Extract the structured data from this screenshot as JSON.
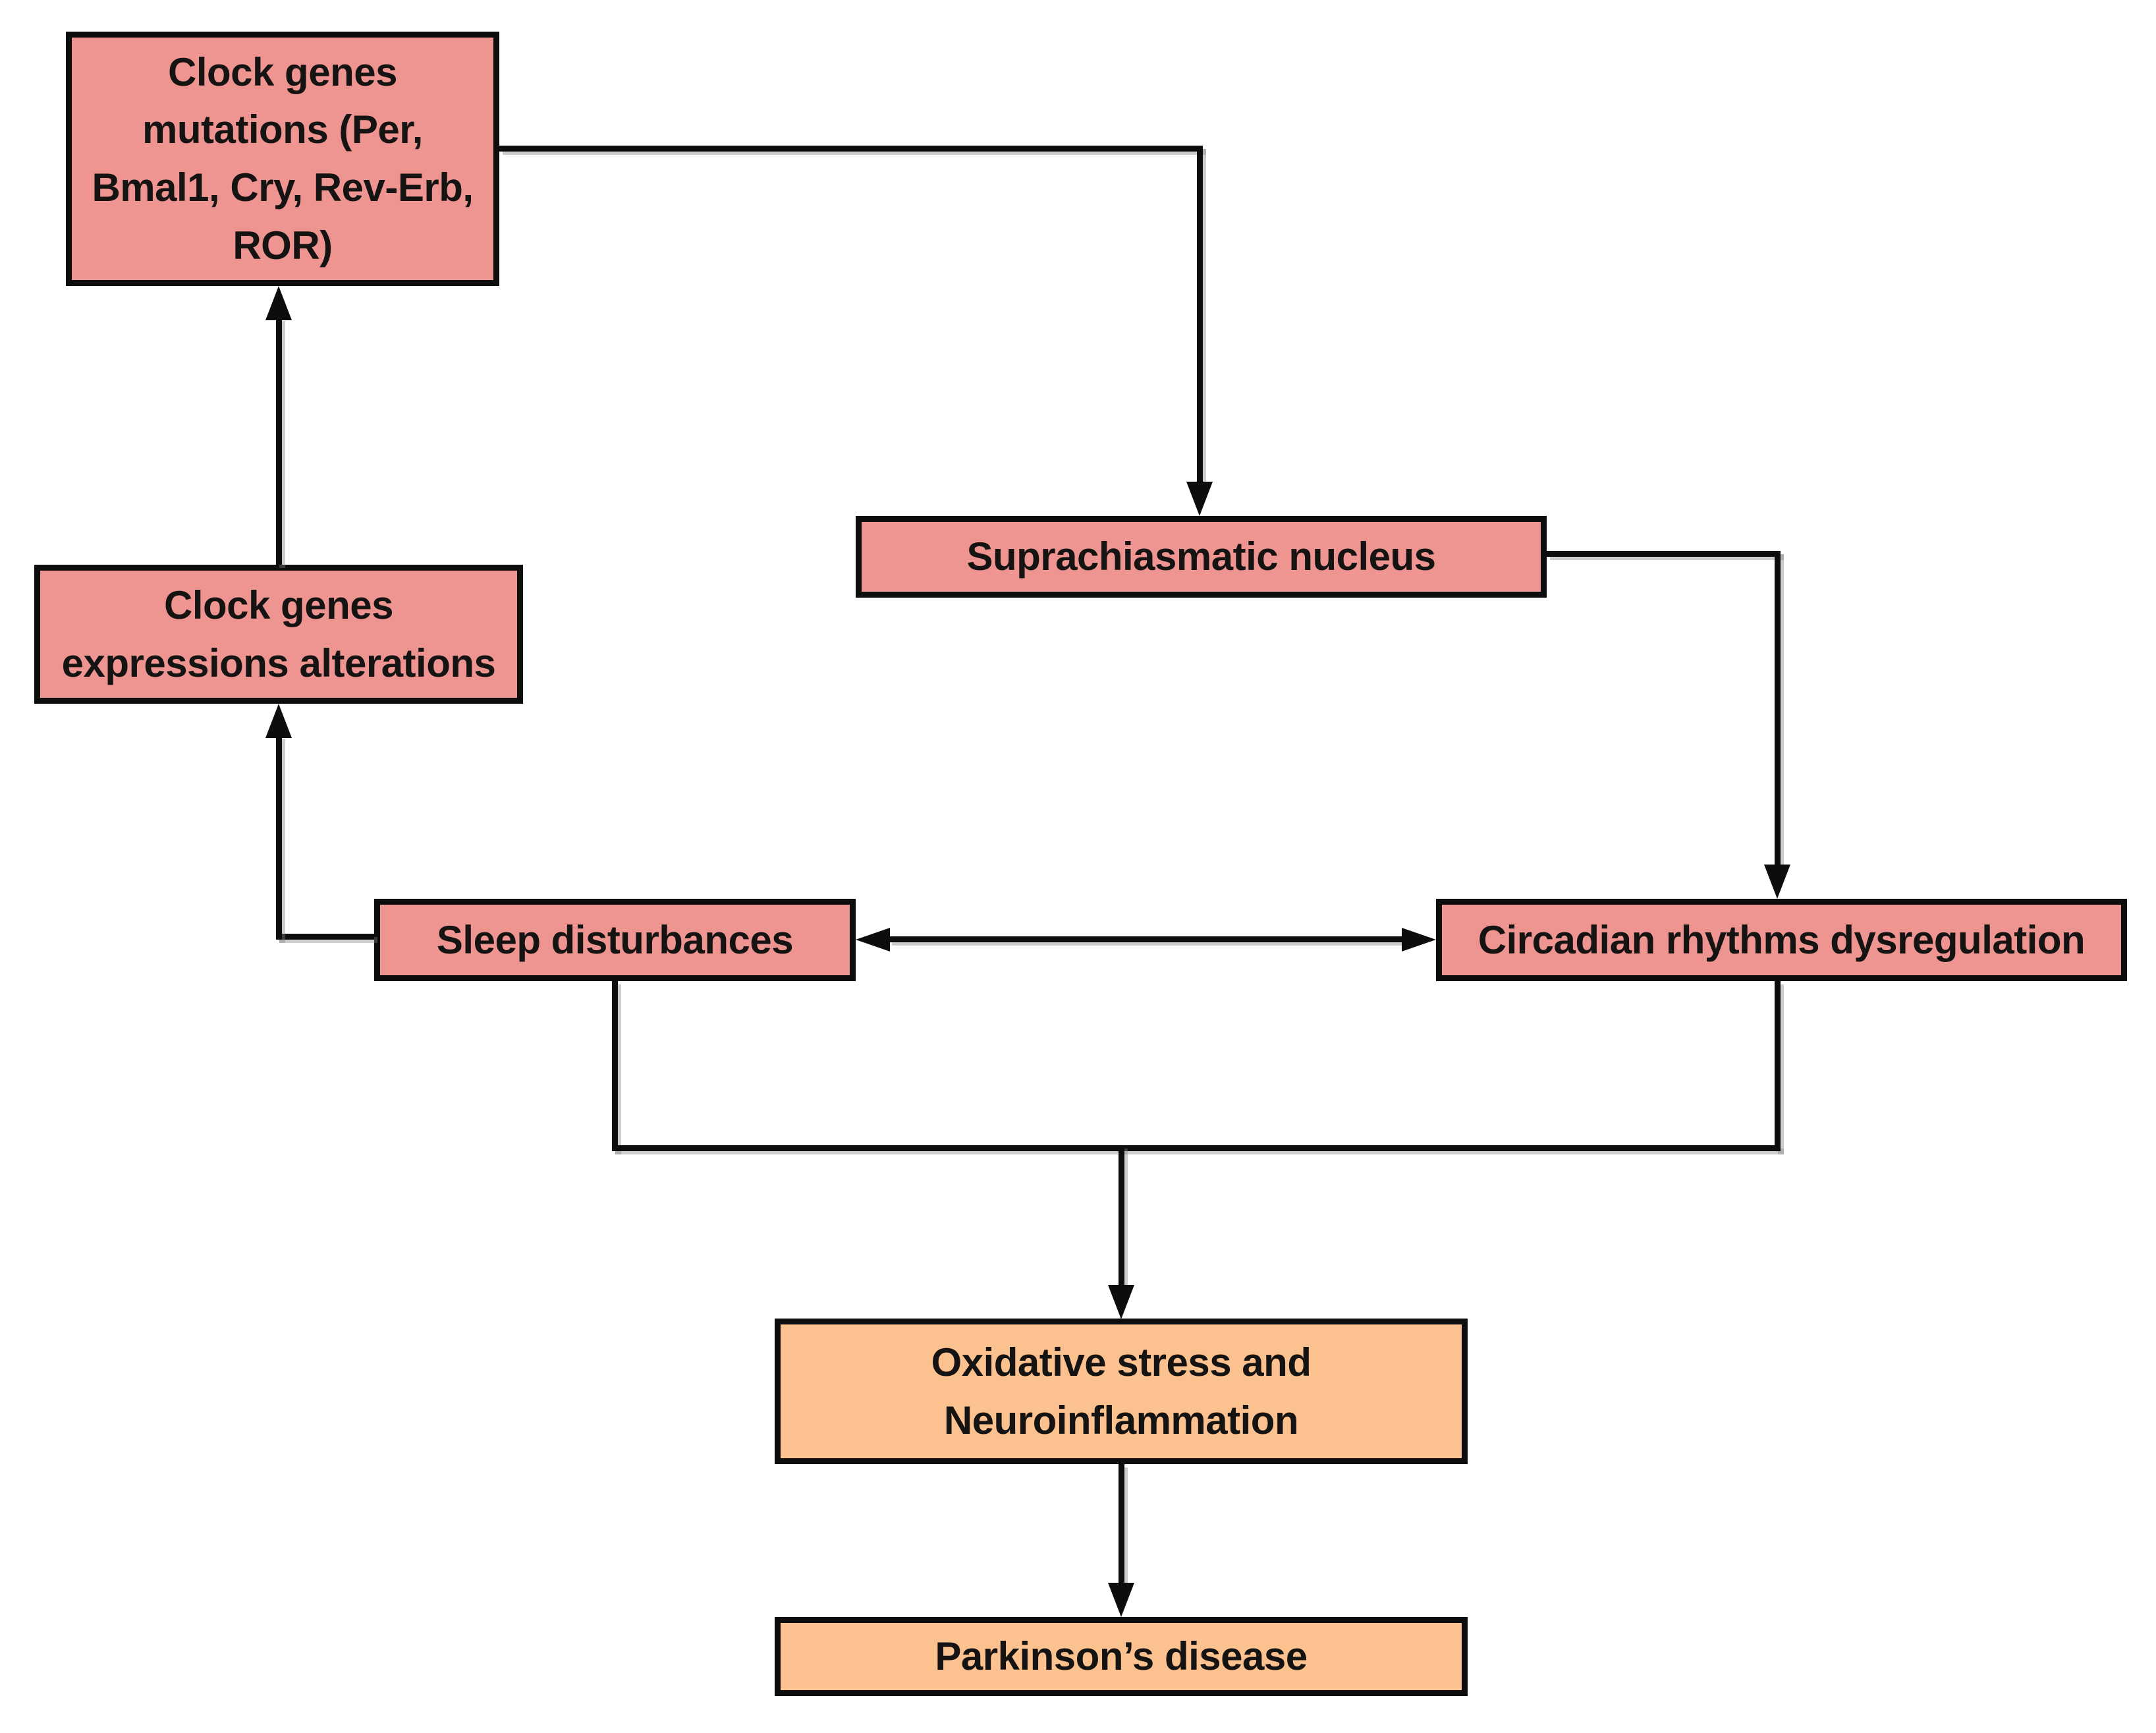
{
  "diagram": {
    "title": "Clock genes, circadian rhythm disruption and Parkinson's disease flowchart",
    "background": "#ffffff",
    "colors": {
      "node_pink": "#EE9592",
      "node_orange": "#FBC28F",
      "border": "#0d0d0d",
      "arrow": "#0d0d0d",
      "text": "#161313",
      "background": "#ffffff"
    },
    "nodes": {
      "clock_mutations": {
        "label": "Clock genes\nmutations (Per,\nBmal1, Cry, Rev-Erb,\nROR)",
        "fill": "pink"
      },
      "clock_expressions": {
        "label": "Clock genes\nexpressions alterations",
        "fill": "pink"
      },
      "scn": {
        "label": "Suprachiasmatic nucleus",
        "fill": "pink"
      },
      "sleep": {
        "label": "Sleep disturbances",
        "fill": "pink"
      },
      "circadian": {
        "label": "Circadian rhythms dysregulation",
        "fill": "pink"
      },
      "oxidative": {
        "label": "Oxidative stress and\nNeuroinflammation",
        "fill": "orange"
      },
      "parkinsons": {
        "label": "Parkinson’s disease",
        "fill": "orange"
      }
    },
    "edges": [
      {
        "from": "clock_mutations",
        "to": "scn",
        "type": "arrow"
      },
      {
        "from": "scn",
        "to": "circadian",
        "type": "arrow"
      },
      {
        "from": "sleep",
        "to": "circadian",
        "type": "double-arrow"
      },
      {
        "from": "sleep",
        "to": "clock_expressions",
        "type": "arrow"
      },
      {
        "from": "clock_expressions",
        "to": "clock_mutations",
        "type": "arrow"
      },
      {
        "from": "sleep",
        "to": "oxidative",
        "type": "arrow",
        "note": "merges with circadian branch"
      },
      {
        "from": "circadian",
        "to": "oxidative",
        "type": "arrow",
        "note": "merges with sleep branch"
      },
      {
        "from": "oxidative",
        "to": "parkinsons",
        "type": "arrow"
      }
    ]
  }
}
